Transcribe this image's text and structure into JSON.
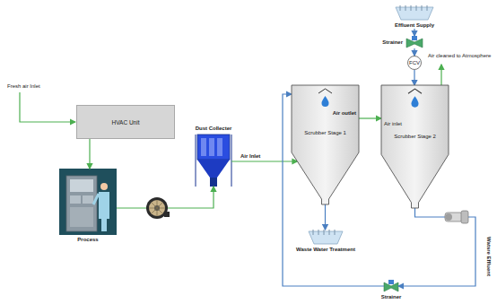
{
  "diagram": {
    "nodes": [
      {
        "text": [
          "HVAC Unit"
        ]
      },
      {
        "text": [
          "Process"
        ]
      },
      {
        "text": [
          "Dust Collecter"
        ]
      },
      {
        "text": [
          "Scrubber Stage 1"
        ]
      },
      {
        "text": [
          "Scrubber Stage 2"
        ]
      },
      {
        "text": [
          "Effluent Supply"
        ]
      },
      {
        "text": [
          "Strainer"
        ]
      },
      {
        "text": [
          "FCV"
        ]
      },
      {
        "text": [
          "Waste Water Treatment"
        ]
      },
      {
        "text": [
          "Strainer"
        ]
      }
    ],
    "edges": [
      {
        "from": 0,
        "to": 1,
        "arrow": "to"
      },
      {
        "from": 1,
        "to": 2,
        "arrow": "to"
      },
      {
        "from": 2,
        "to": 3,
        "label": "Air Inlet",
        "arrow": "to"
      },
      {
        "from": 3,
        "to": 4,
        "label": "Air outlet",
        "arrow": "to"
      },
      {
        "from": 5,
        "to": 6,
        "arrow": "to"
      },
      {
        "from": 6,
        "to": 7,
        "arrow": "to"
      },
      {
        "from": 7,
        "to": 4,
        "arrow": "to"
      },
      {
        "from": 3,
        "to": 8,
        "arrow": "to"
      },
      {
        "from": 4,
        "to": 9,
        "arrow": "to"
      },
      {
        "from": 9,
        "to": 3,
        "arrow": "to"
      }
    ],
    "labels": [
      "Fresh air Inlet",
      "Air inlet",
      "Air cleaned to Atmosphere",
      "Watsre Effluent"
    ]
  }
}
